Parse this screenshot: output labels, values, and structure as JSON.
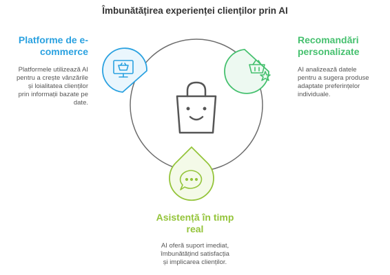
{
  "title": "Îmbunătățirea experienței clienților prin AI",
  "colors": {
    "left": "#2aa1e0",
    "right": "#45c06e",
    "bottom": "#94c43a",
    "circle": "#6d6d6d"
  },
  "center_icon": "shopping-bag-smile-icon",
  "left": {
    "icon": "monitor-basket-icon",
    "heading_line1": "Platforme de e-",
    "heading_line2": "commerce",
    "desc_lines": [
      "Platformele utilizează AI",
      "pentru a crește vânzările",
      "și loialitatea clienților",
      "prin informații bazate pe",
      "date."
    ]
  },
  "right": {
    "icon": "basket-star-icon",
    "heading_line1": "Recomandări",
    "heading_line2": "personalizate",
    "desc_lines": [
      "AI analizează datele",
      "pentru a sugera produse",
      "adaptate preferințelor",
      "individuale."
    ]
  },
  "bottom": {
    "icon": "chat-bubble-icon",
    "heading_line1": "Asistență în timp",
    "heading_line2": "real",
    "desc_lines": [
      "AI oferă suport imediat,",
      "îmbunătățind satisfacția",
      "și implicarea clienților."
    ]
  }
}
